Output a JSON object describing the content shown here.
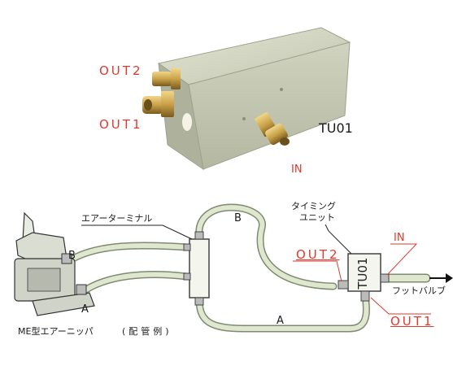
{
  "photo": {
    "labels": {
      "out2": "OUT2",
      "out1": "OUT1",
      "in": "IN",
      "model": "TU01"
    }
  },
  "diagram": {
    "labels": {
      "terminal": "エアーターミナル",
      "timing_unit_line1": "タイミング",
      "timing_unit_line2": "ユニット",
      "in": "IN",
      "out2": "OUT2",
      "out1": "OUT1",
      "unit_model": "TU01",
      "foot_valve": "フットバルブ",
      "tube_b_left": "B",
      "tube_a_left": "A",
      "tube_b_top": "B",
      "tube_a_bottom": "A",
      "nipper": "ME型エアーニッパ",
      "example": "(配管例)"
    }
  },
  "colors": {
    "red": "#e03a2e",
    "block": "#c9cdb7",
    "brass": "#c9a24a",
    "tube": "#dfe8cf"
  }
}
